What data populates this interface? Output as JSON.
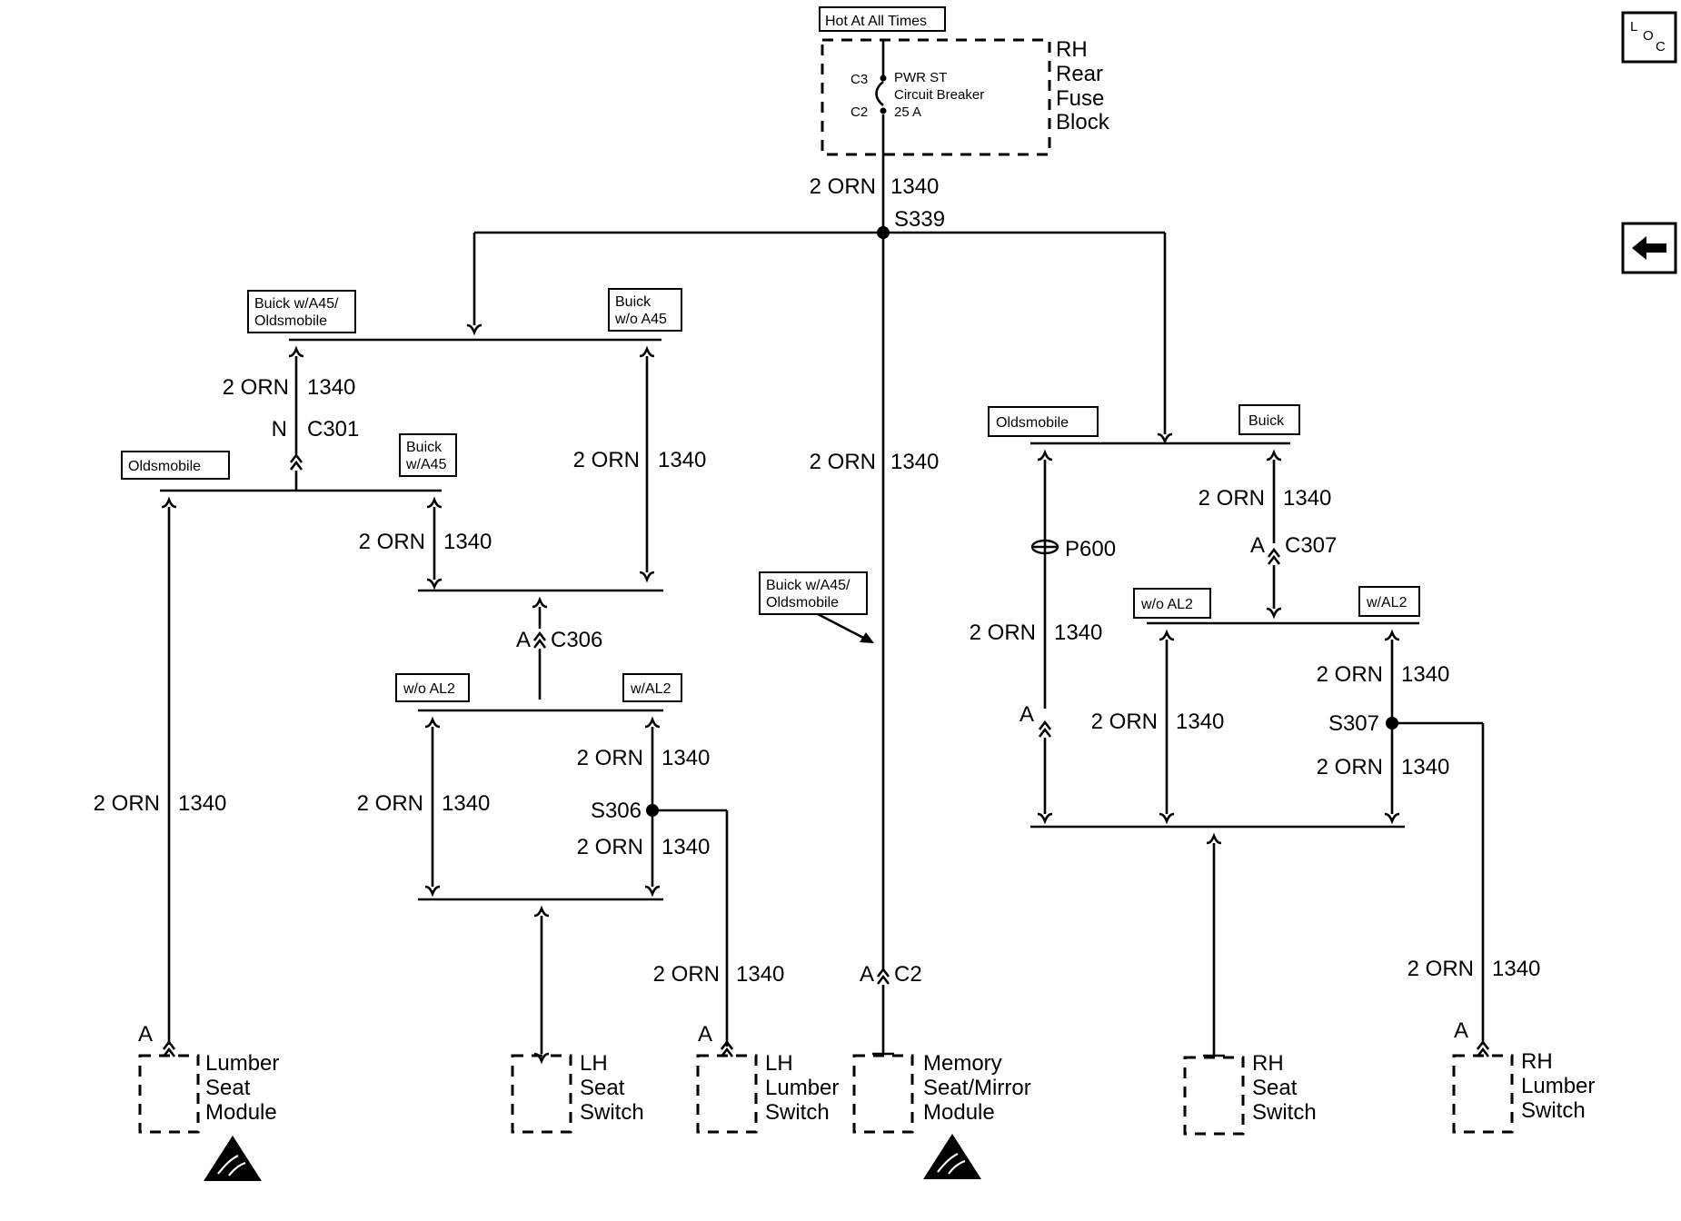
{
  "source": {
    "tag": "Hot At All Times",
    "block_label": [
      "RH",
      "Rear",
      "Fuse",
      "Block"
    ],
    "c3": "C3",
    "c2": "C2",
    "breaker": [
      "PWR ST",
      "Circuit Breaker",
      "25 A"
    ]
  },
  "splices": {
    "s339": "S339",
    "s306": "S306",
    "s307": "S307"
  },
  "connectors": {
    "n": "N",
    "c301": "C301",
    "a": "A",
    "c306": "C306",
    "c307": "C307",
    "c2": "C2",
    "p600": "P600"
  },
  "wire": {
    "gauge_color": "2 ORN",
    "circuit": "1340"
  },
  "option_tags": {
    "buick_a45_olds": [
      "Buick w/A45/",
      "Oldsmobile"
    ],
    "buick_wo_a45": [
      "Buick",
      "w/o A45"
    ],
    "oldsmobile": "Oldsmobile",
    "buick_wa45": [
      "Buick",
      "w/A45"
    ],
    "wo_al2": "w/o AL2",
    "w_al2": "w/AL2",
    "buick": "Buick"
  },
  "components": {
    "lumber_seat_module": [
      "Lumber",
      "Seat",
      "Module"
    ],
    "lh_seat_switch": [
      "LH",
      "Seat",
      "Switch"
    ],
    "lh_lumber_switch": [
      "LH",
      "Lumber",
      "Switch"
    ],
    "memory_module": [
      "Memory",
      "Seat/Mirror",
      "Module"
    ],
    "rh_seat_switch": [
      "RH",
      "Seat",
      "Switch"
    ],
    "rh_lumber_switch": [
      "RH",
      "Lumber",
      "Switch"
    ]
  },
  "nav": {
    "loc_button": "LOC",
    "back_icon": "arrow-left-icon"
  }
}
